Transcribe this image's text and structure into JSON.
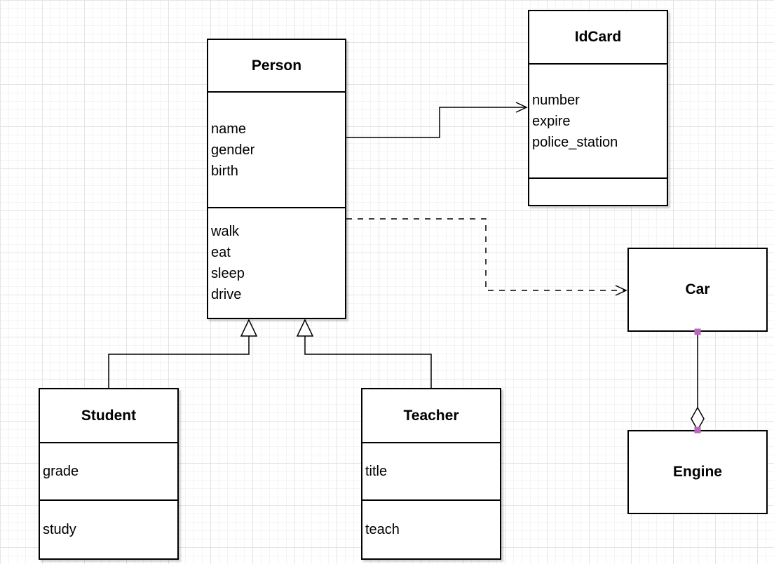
{
  "diagram": {
    "classes": {
      "person": {
        "name": "Person",
        "attributes": [
          "name",
          "gender",
          "birth"
        ],
        "methods": [
          "walk",
          "eat",
          "sleep",
          "drive"
        ]
      },
      "idcard": {
        "name": "IdCard",
        "attributes": [
          "number",
          "expire",
          "police_station"
        ],
        "methods": []
      },
      "car": {
        "name": "Car"
      },
      "engine": {
        "name": "Engine"
      },
      "student": {
        "name": "Student",
        "attributes": [
          "grade"
        ],
        "methods": [
          "study"
        ]
      },
      "teacher": {
        "name": "Teacher",
        "attributes": [
          "title"
        ],
        "methods": [
          "teach"
        ]
      }
    },
    "connectors": {
      "person_idcard": {
        "from": "Person",
        "to": "IdCard",
        "type": "association",
        "line": "solid",
        "head": "open-arrow"
      },
      "person_car": {
        "from": "Person",
        "to": "Car",
        "type": "dependency",
        "line": "dashed",
        "head": "open-arrow"
      },
      "student_person": {
        "from": "Student",
        "to": "Person",
        "type": "generalization",
        "line": "solid",
        "head": "hollow-triangle"
      },
      "teacher_person": {
        "from": "Teacher",
        "to": "Person",
        "type": "generalization",
        "line": "solid",
        "head": "hollow-triangle"
      },
      "car_engine": {
        "from": "Car",
        "to": "Engine",
        "type": "aggregation",
        "line": "solid",
        "head": "hollow-diamond"
      }
    },
    "colors": {
      "stroke": "#000000",
      "fill": "#ffffff",
      "endpoint": "#bb66bb",
      "grid_minor": "#f4f4f4",
      "grid_major": "#e4e4e4"
    }
  }
}
